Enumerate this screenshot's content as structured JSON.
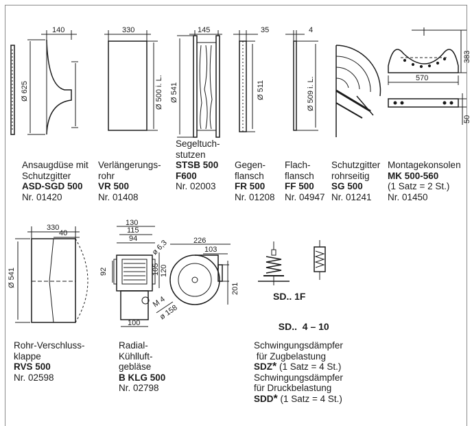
{
  "products": [
    {
      "desc1": "Ansaugdüse mit",
      "desc2": "Schutzgitter",
      "model": "ASD-SGD 500",
      "nr": "Nr. 01420",
      "dims": {
        "width": "140",
        "diameter": "Ø 625"
      }
    },
    {
      "desc1": "Verlängerungs-",
      "desc2": "rohr",
      "model": "VR 500",
      "nr": "Nr. 01408",
      "dims": {
        "width": "330",
        "diameter": "Ø 500 i. L."
      }
    },
    {
      "desc1": "Segeltuch-",
      "desc2": "stutzen",
      "model": "STSB 500",
      "model2": "F600",
      "nr": "Nr. 02003",
      "dims": {
        "width": "145",
        "diameter": "Ø 541"
      }
    },
    {
      "desc1": "Gegen-",
      "desc2": "flansch",
      "model": "FR 500",
      "nr": "Nr. 01208",
      "dims": {
        "width": "35",
        "diameter": "Ø 511"
      }
    },
    {
      "desc1": "Flach-",
      "desc2": "flansch",
      "model": "FF 500",
      "nr": "Nr. 04947",
      "dims": {
        "width": "4",
        "diameter": "Ø 509 i. L."
      }
    },
    {
      "desc1": "Schutzgitter",
      "desc2": "rohrseitig",
      "model": "SG 500",
      "nr": "Nr. 01241"
    },
    {
      "desc1": "Montagekonsolen",
      "model": "MK 500-560",
      "note": "(1 Satz = 2 St.)",
      "nr": "Nr. 01450",
      "dims": {
        "height": "383",
        "width": "570",
        "thickness": "50"
      }
    },
    {
      "desc1": "Rohr-Verschluss-",
      "desc2": "klappe",
      "model": "RVS 500",
      "nr": "Nr. 02598",
      "dims": {
        "width": "330",
        "inner": "40",
        "diameter": "Ø 541"
      }
    },
    {
      "desc1": "Radial-",
      "desc2": "Kühlluft-",
      "desc3": "gebläse",
      "model": "B KLG 500",
      "nr": "Nr. 02798",
      "dims": {
        "d130": "130",
        "d115": "115",
        "d94": "94",
        "d92": "92",
        "d105": "105",
        "d120": "120",
        "d100": "100",
        "hole": "ø 6,3",
        "thread": "M 4",
        "d158": "ø 158",
        "d226": "226",
        "d103": "103",
        "d201": "201"
      }
    }
  ],
  "dampers": {
    "label_1f": "SD.. 1F",
    "label_410": "SD..  4 – 10",
    "zug_title1": "Schwingungsdämpfer",
    "zug_title2": " für Zugbelastung",
    "zug_model": "SDZ",
    "star": "*",
    "zug_note": " (1 Satz = 4 St.)",
    "druck_title1": "Schwingungsdämpfer",
    "druck_title2": "für Druckbelastung",
    "druck_model": "SDD",
    "druck_note": " (1 Satz = 4 St.)"
  }
}
